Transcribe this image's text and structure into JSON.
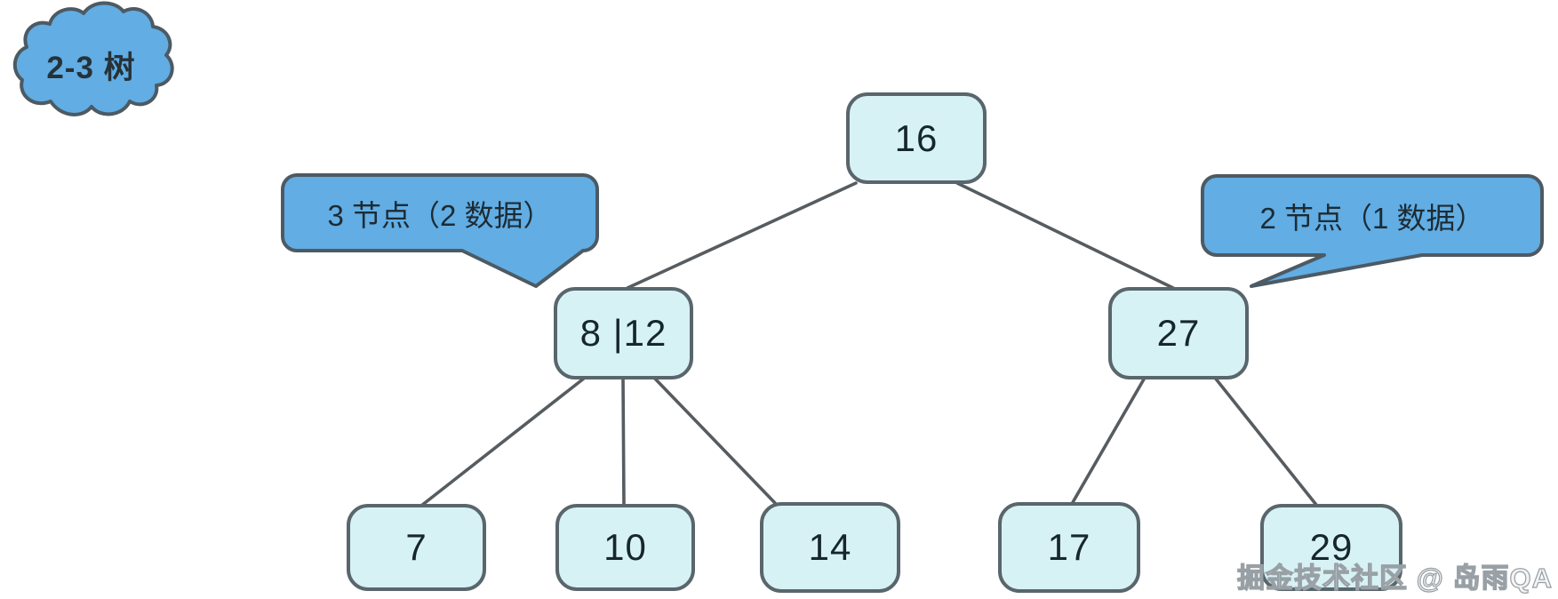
{
  "cloud": {
    "label": "2-3 树"
  },
  "callouts": [
    {
      "id": "left",
      "label": "3 节点（2 数据）",
      "points_to": "8 |12"
    },
    {
      "id": "right",
      "label": "2 节点（1 数据）",
      "points_to": "27"
    }
  ],
  "tree": {
    "type": "2-3 tree",
    "nodes": [
      {
        "id": "root",
        "label": "16"
      },
      {
        "id": "mid-left",
        "label": "8 |12"
      },
      {
        "id": "mid-right",
        "label": "27"
      },
      {
        "id": "leaf-1",
        "label": "7"
      },
      {
        "id": "leaf-2",
        "label": "10"
      },
      {
        "id": "leaf-3",
        "label": "14"
      },
      {
        "id": "leaf-4",
        "label": "17"
      },
      {
        "id": "leaf-5",
        "label": "29"
      }
    ],
    "edges": [
      {
        "from": "16",
        "to": "8 |12"
      },
      {
        "from": "16",
        "to": "27"
      },
      {
        "from": "8 |12",
        "to": "7"
      },
      {
        "from": "8 |12",
        "to": "10"
      },
      {
        "from": "8 |12",
        "to": "14"
      },
      {
        "from": "27",
        "to": "17"
      },
      {
        "from": "27",
        "to": "29"
      }
    ]
  },
  "watermark": {
    "text": "掘金技术社区 @ 岛雨QA"
  },
  "colors": {
    "node_fill": "#d7f2f5",
    "node_border": "#59666c",
    "callout_fill": "#61ade4",
    "callout_border": "#4d5a63",
    "edge_stroke": "#565c60",
    "text": "#16262e",
    "background": "#ffffff"
  }
}
